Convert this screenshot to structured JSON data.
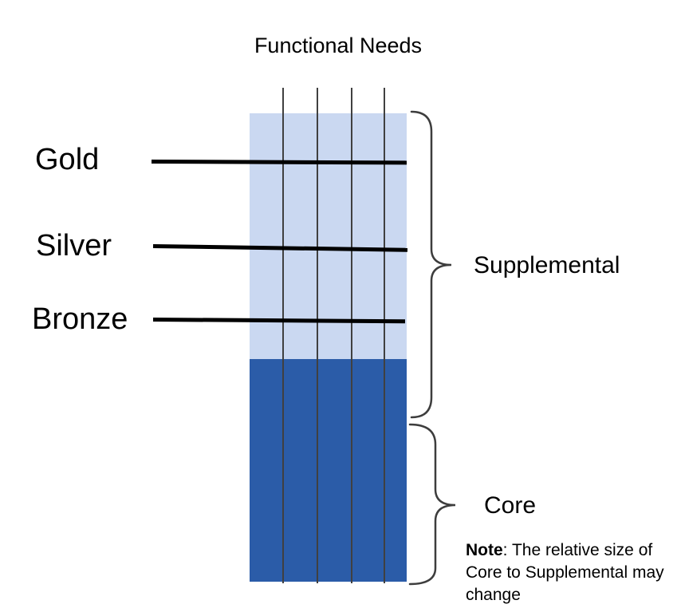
{
  "title": "Functional Needs",
  "tiers": [
    {
      "label": "Gold"
    },
    {
      "label": "Silver"
    },
    {
      "label": "Bronze"
    }
  ],
  "sections": [
    {
      "label": "Supplemental",
      "color": "#CAD8F1"
    },
    {
      "label": "Core",
      "color": "#2B5CA8"
    }
  ],
  "note": {
    "label": "Note",
    "rest": ": The relative size of Core to Supplemental may change"
  },
  "colors": {
    "tier_line": "#000000",
    "divider_line": "#404040",
    "brace": "#3d3d3d",
    "text": "#000000"
  }
}
